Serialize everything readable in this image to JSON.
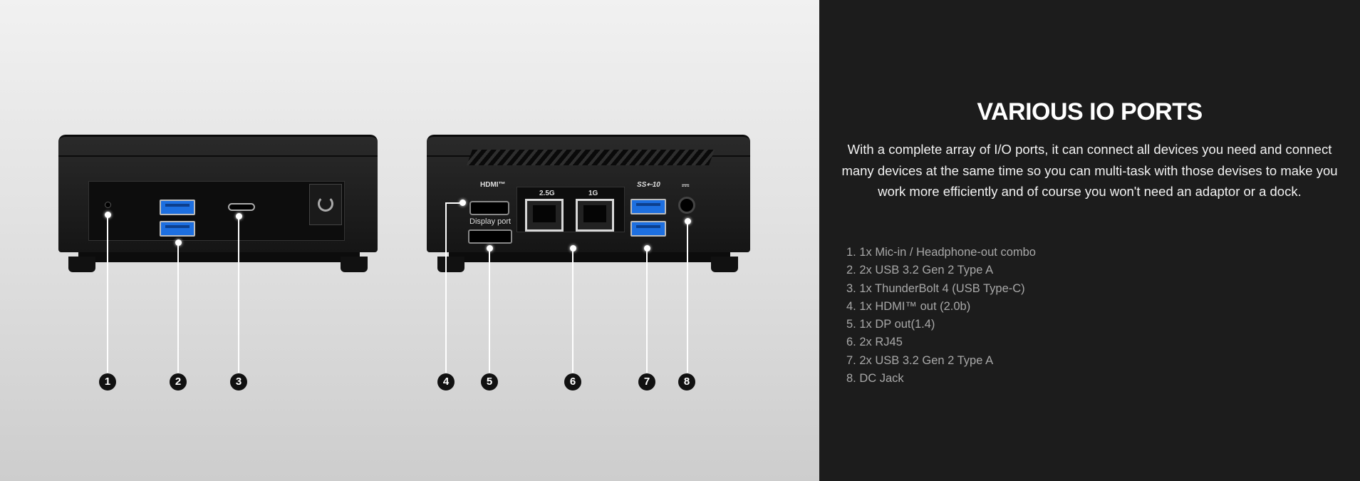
{
  "heading": "VARIOUS IO PORTS",
  "description": "With a complete array of I/O ports, it can connect all devices you need and connect many devices at the same time so you can multi-task with those devises to make you work more efficiently and of course you won't need an adaptor or a dock.",
  "ports": [
    "1. 1x Mic-in / Headphone-out combo",
    "2. 2x USB 3.2 Gen 2 Type A",
    "3. 1x ThunderBolt 4 (USB Type-C)",
    "4. 1x HDMI™ out (2.0b)",
    "5. 1x DP out(1.4)",
    "6. 2x RJ45",
    "7. 2x USB 3.2 Gen 2 Type A",
    "8. DC Jack"
  ],
  "device_labels": {
    "hdmi": "HDMI™",
    "display_port": "Display port",
    "lan1": "2.5G",
    "lan2": "1G",
    "usb": "SS⇠10",
    "dc": "⎓"
  },
  "callouts": [
    "1",
    "2",
    "3",
    "4",
    "5",
    "6",
    "7",
    "8"
  ]
}
